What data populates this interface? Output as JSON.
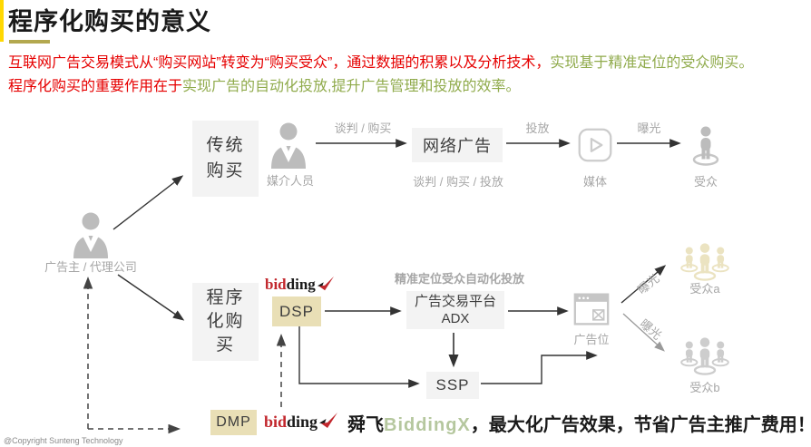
{
  "slide": {
    "title": "程序化购买的意义",
    "intro_line1_red": "互联网广告交易模式从“购买网站”转变为“购买受众”，通过数据的积累以及分析技术，",
    "intro_line1_green": "实现基于精准定位的受众购买。",
    "intro_line2_red": "程序化购买的重要作用在于",
    "intro_line2_green": "实现广告的自动化投放,提升广告管理和投放的效率。",
    "copyright": "@Copyright Sunteng Technology"
  },
  "traditional": {
    "box": "传统\n购买",
    "media_person": "媒介人员",
    "negotiate_buy": "谈判 / 购买",
    "network_ad": "网络广告",
    "negotiate_buy_serve": "谈判 / 购买 / 投放",
    "serve": "投放",
    "media": "媒体",
    "expose": "曝光",
    "audience": "受众"
  },
  "advertiser_label": "广告主 / 代理公司",
  "programmatic": {
    "box": "程序\n化购\n买",
    "logo_bid": "bid",
    "logo_ding": "ding",
    "dsp": "DSP",
    "precision": "精准定位受众自动化投放",
    "adx_line1": "广告交易平台",
    "adx_line2": "ADX",
    "ad_slot": "广告位",
    "ssp": "SSP",
    "expose_a": "曝光",
    "expose_b": "曝光",
    "audience_a": "受众a",
    "audience_b": "受众b"
  },
  "bottom": {
    "dmp": "DMP",
    "logo_bid": "bid",
    "logo_ding": "ding",
    "slogan_prefix": "舜飞",
    "slogan_brand": "BiddingX",
    "slogan_suffix": "，最大化广告效果，节省广告主推广费用！"
  },
  "colors": {
    "accent_yellow": "#ffd802",
    "title_underline": "#b3a84f",
    "intro_red": "#e60000",
    "intro_green": "#90ab4c",
    "slogan_brand_green": "#b5c79e",
    "khaki_box": "#e9dfb6",
    "gray_box": "#f3f3f3",
    "logo_red": "#c2272d",
    "icon_gray": "#bcbcbc",
    "audience_a_cream": "#ebe3c1",
    "label_gray": "#a6a6a6"
  }
}
